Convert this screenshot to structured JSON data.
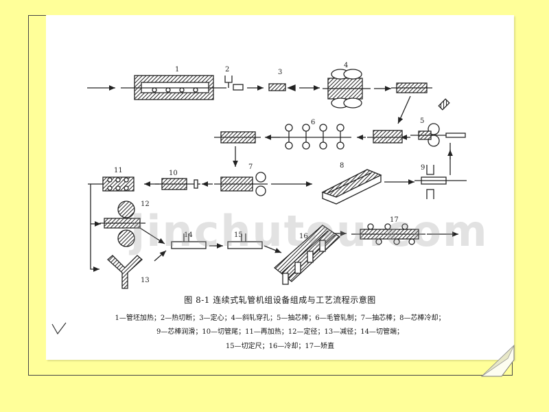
{
  "figure": {
    "caption": "图 8-1    连续式轧管机组设备组成与工艺流程示意图",
    "legend_lines": [
      "1—管坯加热；2—热切断；3—定心；4—斜轧穿孔；5—抽芯棒；6—毛管轧制；7—抽芯棒；8—芯棒冷却；",
      "9—芯棒润滑；10—切管尾；11—再加热；12—定径；13—减径；14—切管端；",
      "15—切定尺；16—冷却；17—矫直"
    ],
    "station_numbers": [
      "1",
      "2",
      "3",
      "4",
      "5",
      "6",
      "7",
      "8",
      "9",
      "10",
      "11",
      "12",
      "13",
      "14",
      "15",
      "16",
      "17"
    ]
  },
  "watermark": "jinchutou.com",
  "colors": {
    "slide_background": "#FFFF99",
    "panel": "#FFFFFF",
    "ink": "#222222",
    "watermark": "#969696"
  },
  "icons": {
    "corner_mark": "check-mark-icon",
    "page_curl": "page-curl-icon"
  }
}
